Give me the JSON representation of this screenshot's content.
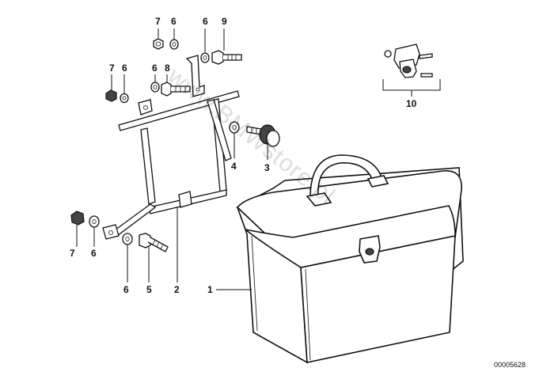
{
  "diagram": {
    "watermark": "www.BMWstore.pl",
    "image_code": "00005628",
    "callouts": [
      {
        "id": "c7a",
        "text": "7"
      },
      {
        "id": "c6a",
        "text": "6"
      },
      {
        "id": "c6b",
        "text": "6"
      },
      {
        "id": "c9",
        "text": "9"
      },
      {
        "id": "c7b",
        "text": "7"
      },
      {
        "id": "c6c",
        "text": "6"
      },
      {
        "id": "c6d",
        "text": "6"
      },
      {
        "id": "c8",
        "text": "8"
      },
      {
        "id": "c4",
        "text": "4"
      },
      {
        "id": "c3",
        "text": "3"
      },
      {
        "id": "c10",
        "text": "10"
      },
      {
        "id": "c7c",
        "text": "7"
      },
      {
        "id": "c6e",
        "text": "6"
      },
      {
        "id": "c6f",
        "text": "6"
      },
      {
        "id": "c5",
        "text": "5"
      },
      {
        "id": "c2",
        "text": "2"
      },
      {
        "id": "c1",
        "text": "1"
      }
    ]
  }
}
